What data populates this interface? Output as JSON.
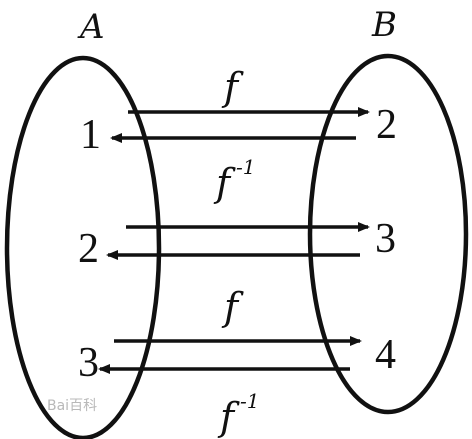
{
  "set_a": {
    "label": "A",
    "elements": [
      "1",
      "2",
      "3"
    ]
  },
  "set_b": {
    "label": "B",
    "elements": [
      "2",
      "3",
      "4"
    ]
  },
  "mappings": [
    {
      "label": "f",
      "from": "1",
      "to": "2"
    },
    {
      "label": "f-1",
      "from": "2",
      "to": "1"
    },
    {
      "label": "",
      "from": "2",
      "to": "3"
    },
    {
      "label": "",
      "from": "3",
      "to": "2"
    },
    {
      "label": "f",
      "from": "3",
      "to": "4"
    },
    {
      "label": "f-1",
      "from": "4",
      "to": "3"
    }
  ],
  "function_labels": {
    "forward": "f",
    "inverse_base": "f",
    "inverse_exponent": "-1"
  },
  "watermark": "Bai百科"
}
